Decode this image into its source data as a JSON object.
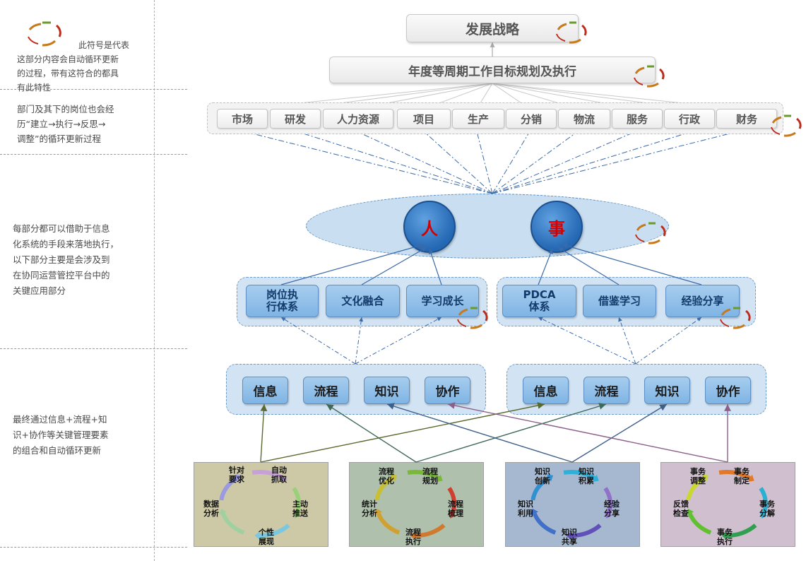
{
  "side_notes": {
    "note1": "此符号是代表这部分内容会自动循环更新的过程，带有这符合的都具有此特性",
    "note1_lines": [
      "此符号是代表",
      "这部分内容会自动循环更新",
      "的过程，带有这符合的都具",
      "有此特性"
    ],
    "note2_lines": [
      "部门及其下的岗位也会经",
      "历“建立→执行→反思→",
      "调整”的循环更新过程"
    ],
    "note3_lines": [
      "每部分都可以借助于信息",
      "化系统的手段来落地执行，",
      "以下部分主要是会涉及到",
      "在协同运营管控平台中的",
      "关键应用部分"
    ],
    "note4_lines": [
      "最终通过信息+流程+知",
      "识+协作等关键管理要素",
      "的组合和自动循环更新"
    ]
  },
  "top": {
    "strategy": "发展战略",
    "annual_plan": "年度等周期工作目标规划及执行"
  },
  "departments": [
    "市场",
    "研发",
    "人力资源",
    "项目",
    "生产",
    "分销",
    "物流",
    "服务",
    "行政",
    "财务"
  ],
  "core": {
    "people": "人",
    "affairs": "事"
  },
  "people_group": [
    "岗位执行体系",
    "文化融合",
    "学习成长"
  ],
  "people_group_lines": {
    "item0": [
      "岗位执",
      "行体系"
    ]
  },
  "affairs_group": [
    "PDCA体系",
    "借鉴学习",
    "经验分享"
  ],
  "affairs_group_lines": {
    "item0": [
      "PDCA",
      "体系"
    ]
  },
  "elements_left": [
    "信息",
    "流程",
    "知识",
    "协作"
  ],
  "elements_right": [
    "信息",
    "流程",
    "知识",
    "协作"
  ],
  "cycles": [
    {
      "bg": "#cdc9a7",
      "labels": [
        "针对\n要求",
        "自动\n抓取",
        "主动\n推送",
        "个性\n展现",
        "数据\n分析"
      ]
    },
    {
      "bg": "#afc0ad",
      "labels": [
        "流程\n优化",
        "流程\n规划",
        "流程\n梳理",
        "流程\n执行",
        "统计\n分析"
      ]
    },
    {
      "bg": "#a6b8d0",
      "labels": [
        "知识\n创新",
        "知识\n积累",
        "经验\n分享",
        "知识\n共享",
        "知识\n利用"
      ]
    },
    {
      "bg": "#d0c0cf",
      "labels": [
        "事务\n调整",
        "事务\n制定",
        "事务\n分解",
        "事务\n执行",
        "反馈\n检查"
      ]
    }
  ],
  "colors": {
    "arrow_left_group": "#5a6a2e",
    "arrow_flow": "#4a6a4a",
    "arrow_knowledge": "#3d5f8a",
    "arrow_collab": "#8a5f8a",
    "loop_green": "#6a9a2a",
    "loop_red": "#c02a1a",
    "loop_orange": "#c87a1a"
  }
}
